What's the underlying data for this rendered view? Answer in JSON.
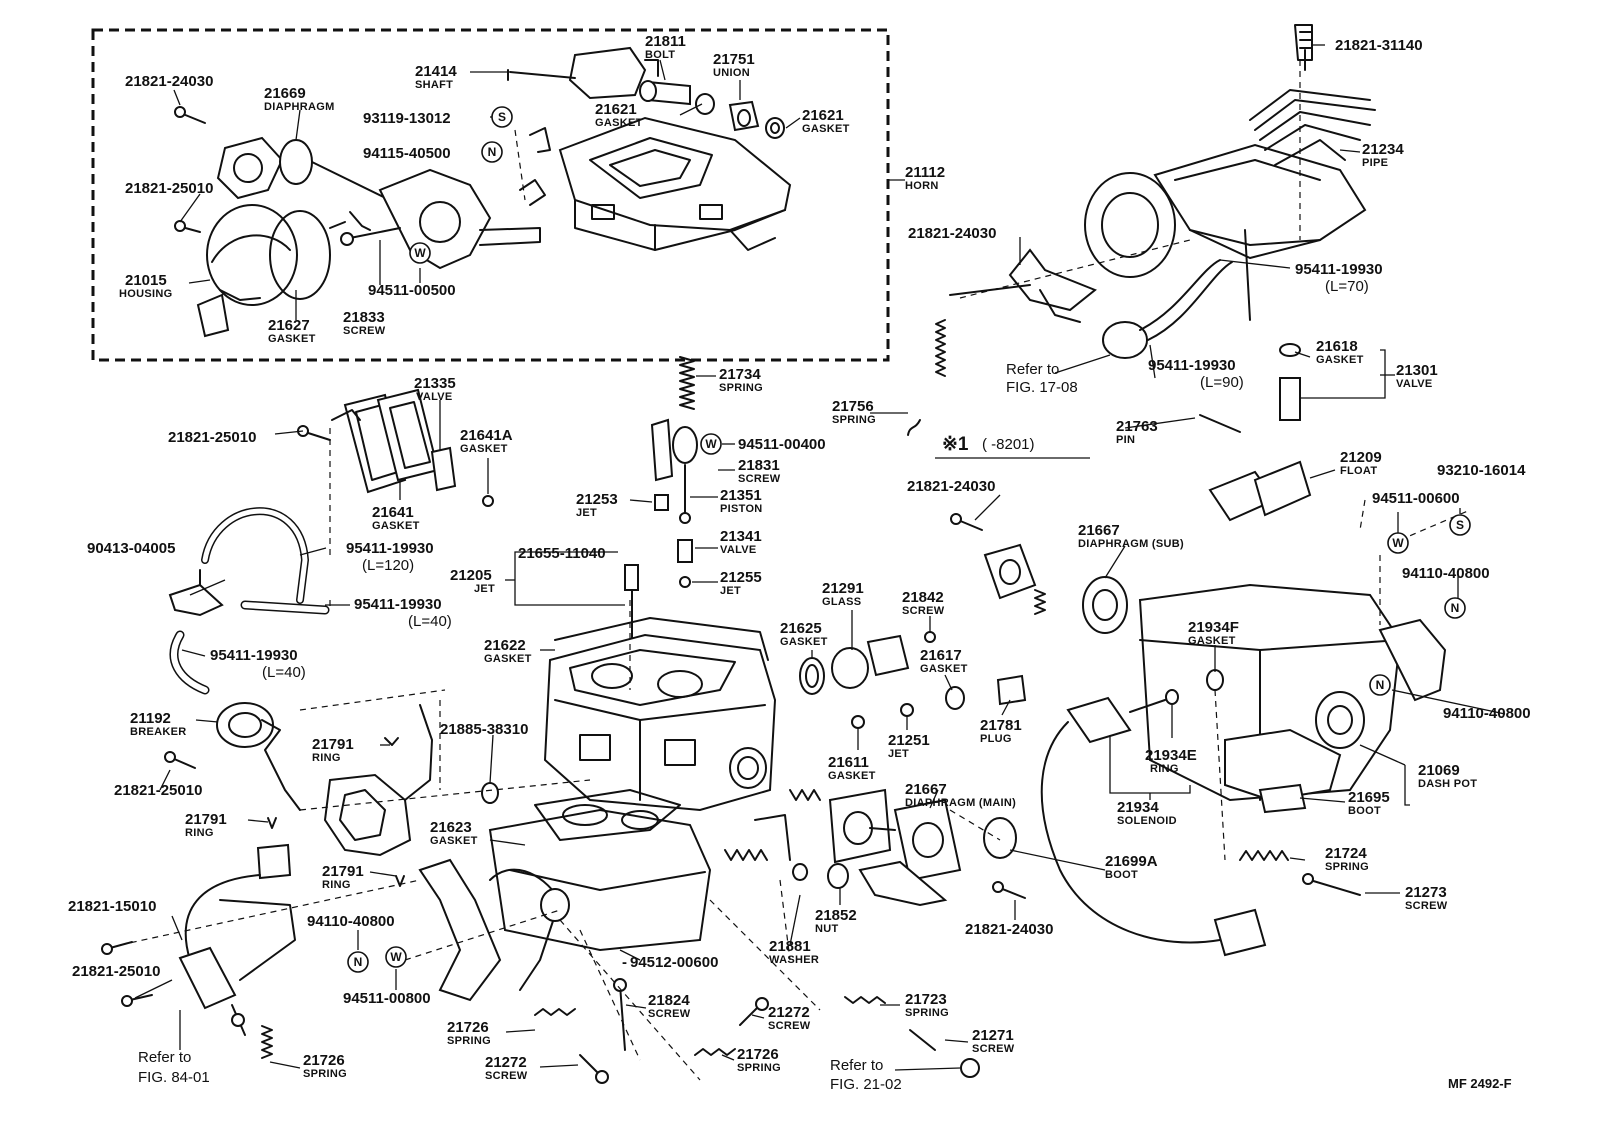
{
  "diagram": {
    "figure_code": "MF 2492-F",
    "note": {
      "mark": "※1",
      "text": "(      -8201)"
    },
    "symbols": {
      "N": "N",
      "S": "S",
      "W": "W"
    },
    "labels": [
      {
        "pn": "21821-24030",
        "name": ""
      },
      {
        "pn": "21669",
        "name": "DIAPHRAGM"
      },
      {
        "pn": "21414",
        "name": "SHAFT"
      },
      {
        "pn": "21811",
        "name": "BOLT"
      },
      {
        "pn": "21751",
        "name": "UNION"
      },
      {
        "pn": "21621",
        "name": "GASKET"
      },
      {
        "pn": "21621",
        "name": "GASKET"
      },
      {
        "pn": "93119-13012",
        "name": ""
      },
      {
        "pn": "94115-40500",
        "name": ""
      },
      {
        "pn": "21112",
        "name": "HORN"
      },
      {
        "pn": "21821-25010",
        "name": ""
      },
      {
        "pn": "21015",
        "name": "HOUSING"
      },
      {
        "pn": "94511-00500",
        "name": ""
      },
      {
        "pn": "21627",
        "name": "GASKET"
      },
      {
        "pn": "21833",
        "name": "SCREW"
      },
      {
        "pn": "21821-31140",
        "name": ""
      },
      {
        "pn": "21234",
        "name": "PIPE"
      },
      {
        "pn": "21821-24030",
        "name": ""
      },
      {
        "pn": "95411-19930",
        "name": "(L=70)"
      },
      {
        "pn": "95411-19930",
        "name": "(L=90)"
      },
      {
        "pn": "21618",
        "name": "GASKET"
      },
      {
        "pn": "21301",
        "name": "VALVE"
      },
      {
        "pn": "21734",
        "name": "SPRING"
      },
      {
        "pn": "21756",
        "name": "SPRING"
      },
      {
        "pn": "21763",
        "name": "PIN"
      },
      {
        "pn": "21209",
        "name": "FLOAT"
      },
      {
        "pn": "93210-16014",
        "name": ""
      },
      {
        "pn": "94511-00600",
        "name": ""
      },
      {
        "pn": "21335",
        "name": "VALVE"
      },
      {
        "pn": "21641A",
        "name": "GASKET"
      },
      {
        "pn": "21821-25010",
        "name": ""
      },
      {
        "pn": "21641",
        "name": "GASKET"
      },
      {
        "pn": "94511-00400",
        "name": ""
      },
      {
        "pn": "21831",
        "name": "SCREW"
      },
      {
        "pn": "21253",
        "name": "JET"
      },
      {
        "pn": "21351",
        "name": "PISTON"
      },
      {
        "pn": "21341",
        "name": "VALVE"
      },
      {
        "pn": "21255",
        "name": "JET"
      },
      {
        "pn": "21655-11040",
        "name": ""
      },
      {
        "pn": "21205",
        "name": "JET"
      },
      {
        "pn": "21821-24030",
        "name": ""
      },
      {
        "pn": "21667",
        "name": "DIAPHRAGM (SUB)"
      },
      {
        "pn": "90413-04005",
        "name": ""
      },
      {
        "pn": "95411-19930",
        "name": "(L=120)"
      },
      {
        "pn": "95411-19930",
        "name": "(L=40)"
      },
      {
        "pn": "95411-19930",
        "name": "(L=40)"
      },
      {
        "pn": "21291",
        "name": "GLASS"
      },
      {
        "pn": "21842",
        "name": "SCREW"
      },
      {
        "pn": "21625",
        "name": "GASKET"
      },
      {
        "pn": "21617",
        "name": "GASKET"
      },
      {
        "pn": "21622",
        "name": "GASKET"
      },
      {
        "pn": "94110-40800",
        "name": ""
      },
      {
        "pn": "21934F",
        "name": "GASKET"
      },
      {
        "pn": "21781",
        "name": "PLUG"
      },
      {
        "pn": "21192",
        "name": "BREAKER"
      },
      {
        "pn": "21885-38310",
        "name": ""
      },
      {
        "pn": "21791",
        "name": "RING"
      },
      {
        "pn": "21251",
        "name": "JET"
      },
      {
        "pn": "94110-40800",
        "name": ""
      },
      {
        "pn": "21611",
        "name": "GASKET"
      },
      {
        "pn": "21934E",
        "name": "RING"
      },
      {
        "pn": "21069",
        "name": "DASH POT"
      },
      {
        "pn": "21821-25010",
        "name": ""
      },
      {
        "pn": "21667",
        "name": "DIAPHRAGM (MAIN)"
      },
      {
        "pn": "21695",
        "name": "BOOT"
      },
      {
        "pn": "21791",
        "name": "RING"
      },
      {
        "pn": "21934",
        "name": "SOLENOID"
      },
      {
        "pn": "21623",
        "name": "GASKET"
      },
      {
        "pn": "21699A",
        "name": "BOOT"
      },
      {
        "pn": "21724",
        "name": "SPRING"
      },
      {
        "pn": "21791",
        "name": "RING"
      },
      {
        "pn": "21821-15010",
        "name": ""
      },
      {
        "pn": "94110-40800",
        "name": ""
      },
      {
        "pn": "21852",
        "name": "NUT"
      },
      {
        "pn": "21273",
        "name": "SCREW"
      },
      {
        "pn": "21821-24030",
        "name": ""
      },
      {
        "pn": "21881",
        "name": "WASHER"
      },
      {
        "pn": "21821-25010",
        "name": ""
      },
      {
        "pn": "94512-00600",
        "name": ""
      },
      {
        "pn": "94511-00800",
        "name": ""
      },
      {
        "pn": "21824",
        "name": "SCREW"
      },
      {
        "pn": "21723",
        "name": "SPRING"
      },
      {
        "pn": "21272",
        "name": "SCREW"
      },
      {
        "pn": "21726",
        "name": "SPRING"
      },
      {
        "pn": "21271",
        "name": "SCREW"
      },
      {
        "pn": "21272",
        "name": "SCREW"
      },
      {
        "pn": "21726",
        "name": "SPRING"
      },
      {
        "pn": "21726",
        "name": "SPRING"
      }
    ],
    "refs": [
      {
        "line1": "Refer to",
        "line2": "FIG. 17-08"
      },
      {
        "line1": "Refer to",
        "line2": "FIG. 84-01"
      },
      {
        "line1": "Refer to",
        "line2": "FIG. 21-02"
      }
    ]
  }
}
